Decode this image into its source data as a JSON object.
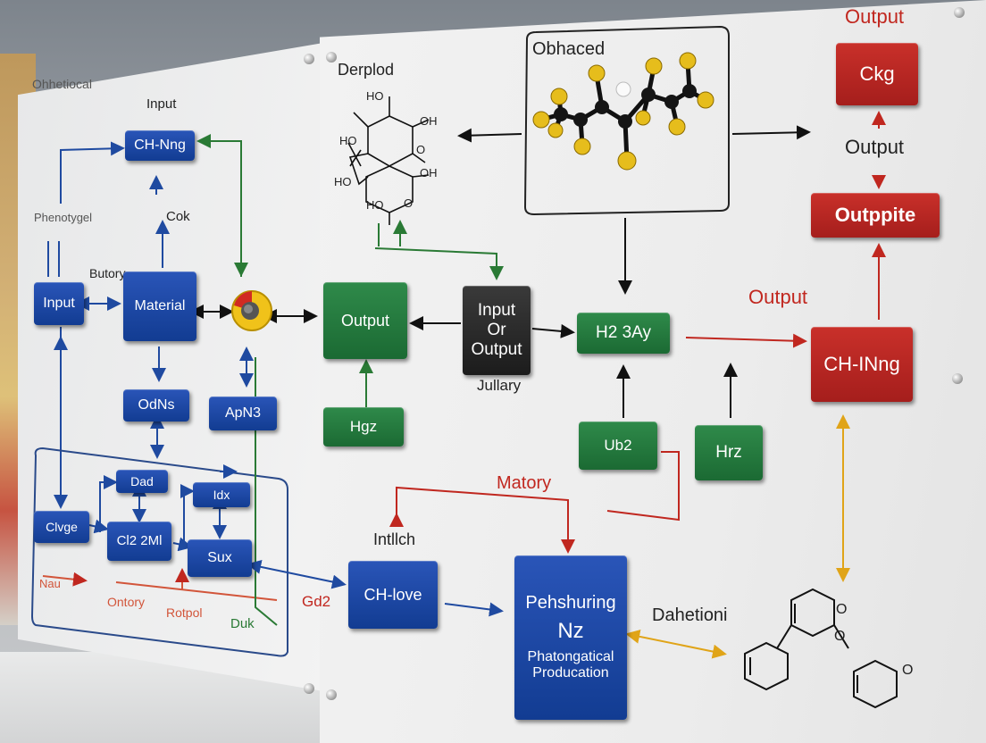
{
  "labels": {
    "ohhetiocal": "Ohhetiocal",
    "input_top": "Input",
    "cok": "Cok",
    "phenotygel": "Phenotygel",
    "butory": "Butory",
    "derplod": "Derplod",
    "obhaced": "Obhaced",
    "output_top": "Output",
    "output_mid": "Output",
    "output_red": "Output",
    "jullary": "Jullary",
    "matory": "Matory",
    "intllch": "Intllch",
    "gd2": "Gd2",
    "dahetioni": "Dahetioni",
    "nau": "Nau",
    "ontory": "Ontory",
    "rotpol": "Rotpol",
    "duk": "Duk"
  },
  "blocks": {
    "ch_nng_top": "CH-Nng",
    "input_left": "Input",
    "material": "Material",
    "odns": "OdNs",
    "apn3": "ApN3",
    "dad": "Dad",
    "idx": "Idx",
    "ch2sml": "Cl2 2Ml",
    "clvge": "Clvge",
    "sux": "Sux",
    "output_green": "Output",
    "input_or_output": [
      "Input",
      "Or",
      "Output"
    ],
    "hgz": "Hgz",
    "h2ay": "H2 3Ay",
    "ub2": "Ub2",
    "hrz": "Hrz",
    "ckg": "Ckg",
    "outppite": "Outppite",
    "ch_ing": "CH-INng",
    "ch_love": "CH-love",
    "pehshuring": [
      "Pehshuring",
      "Nz",
      "Phatongatical",
      "Producation"
    ]
  },
  "molecule_labels": {
    "ho": "HO",
    "oh": "OH",
    "o": "O"
  },
  "colors": {
    "blue": "#1a45a5",
    "green": "#237a3c",
    "red": "#b7231f",
    "arrow_red": "#c0271f",
    "arrow_green": "#2a7a35",
    "arrow_blue": "#1f4aa0",
    "arrow_gold": "#e0a418",
    "atom_yellow": "#e6bd1c"
  }
}
